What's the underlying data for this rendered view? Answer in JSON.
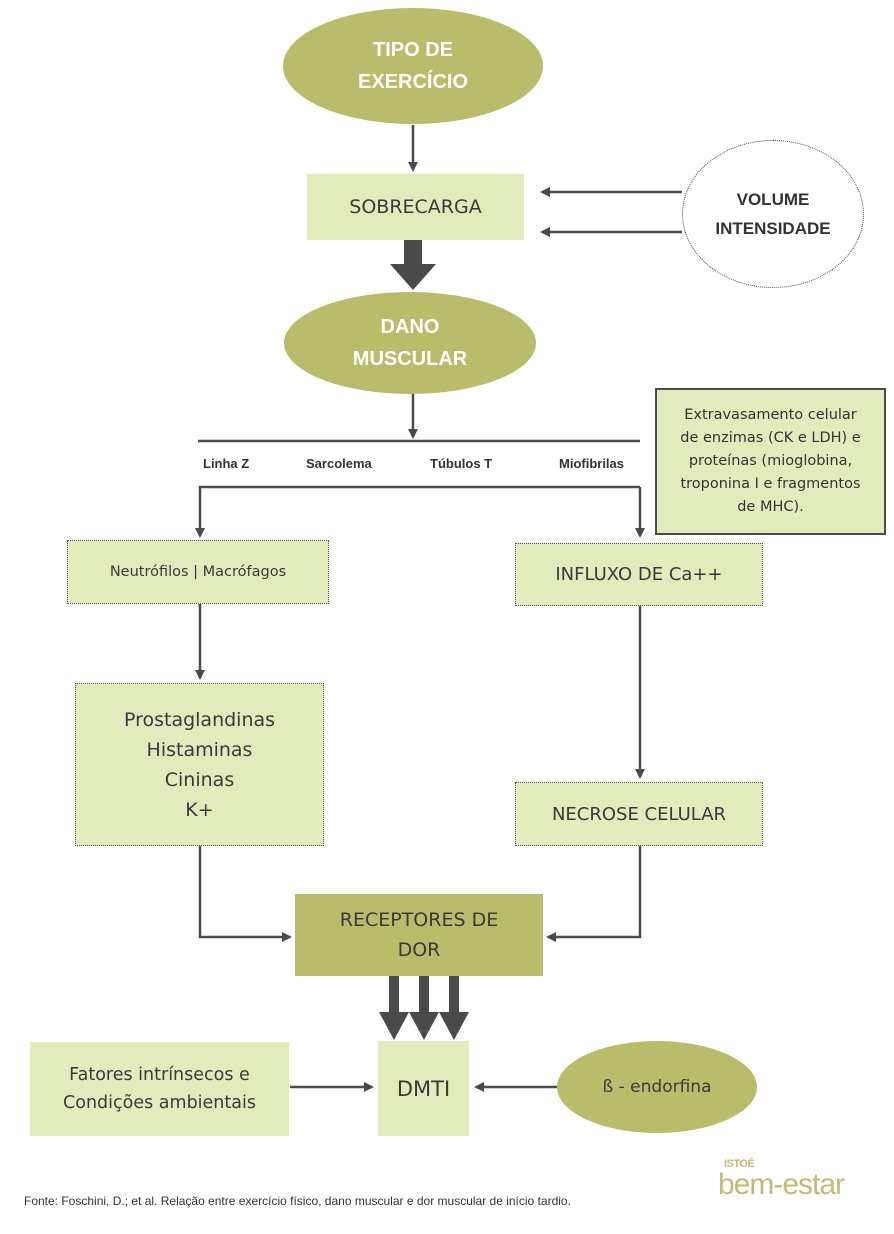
{
  "diagram": {
    "start": {
      "lines": [
        "TIPO DE",
        "EXERCÍCIO"
      ]
    },
    "overload": {
      "label": "SOBRECARGA"
    },
    "factors": {
      "lines": [
        "VOLUME",
        "INTENSIDADE"
      ]
    },
    "damage": {
      "lines": [
        "DANO",
        "MUSCULAR"
      ]
    },
    "sites": [
      "Linha Z",
      "Sarcolema",
      "Túbulos T",
      "Miofibrilas"
    ],
    "leakage": {
      "lines": [
        "Extravasamento celular",
        "de enzimas (CK e LDH) e",
        "proteínas (mioglobina,",
        "troponina I e fragmentos",
        "de MHC)."
      ]
    },
    "cells": {
      "label": "Neutrófilos | Macrófagos"
    },
    "calcium": {
      "label": "INFLUXO DE Ca++"
    },
    "mediators": {
      "lines": [
        "Prostaglandinas",
        "Histaminas",
        "Cininas",
        "K+"
      ]
    },
    "necrosis": {
      "label": "NECROSE CELULAR"
    },
    "receptors": {
      "lines": [
        "RECEPTORES DE",
        "DOR"
      ]
    },
    "intrinsic": {
      "lines": [
        "Fatores intrínsecos e",
        "Condições ambientais"
      ]
    },
    "doms": {
      "label": "DMTI"
    },
    "endorphin": {
      "label": "ß - endorfina"
    }
  },
  "footer": {
    "source": "Fonte: Foschini, D.; et al. Relação entre exercício físico, dano muscular e dor muscular de início tardio.",
    "logo_top": "ISTOÉ",
    "logo_main": "bem-estar"
  },
  "colors": {
    "olive": "#b9bc6b",
    "pale_green": "#e2ebbc",
    "arrow": "#4a4a4a"
  }
}
